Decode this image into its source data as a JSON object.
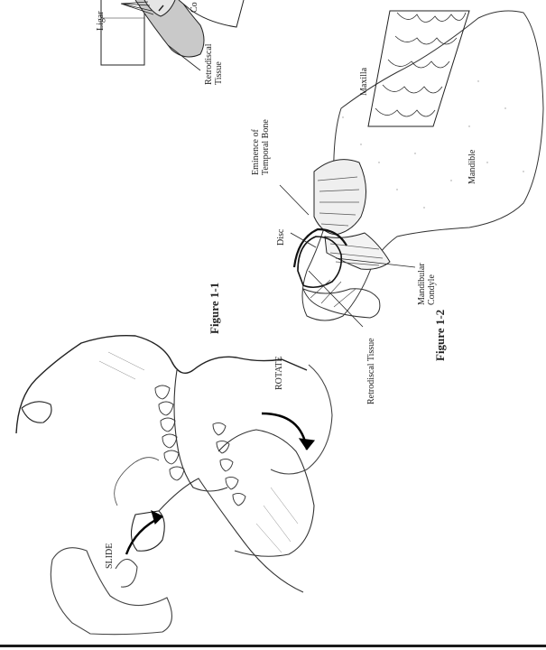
{
  "figure_1": {
    "caption": "Figure 1-1",
    "labels": {
      "slide": "SLIDE",
      "rotate": "ROTATE"
    }
  },
  "figure_2": {
    "caption": "Figure 1-2",
    "labels": {
      "maxilla": "Maxilla",
      "mandible": "Mandible",
      "eminence_line1": "Eminence of",
      "eminence_line2": "Temporal Bone",
      "disc": "Disc",
      "condyle_line1": "Mandibular",
      "condyle_line2": "Condyle",
      "retrodiscal": "Retrodiscal Tissue"
    }
  },
  "inset_top": {
    "labels": {
      "ligament_fragment": "Ligar",
      "condyle_fragment": "Co",
      "retrodiscal_line1": "Retrodiscal",
      "retrodiscal_line2": "Tissue"
    }
  }
}
